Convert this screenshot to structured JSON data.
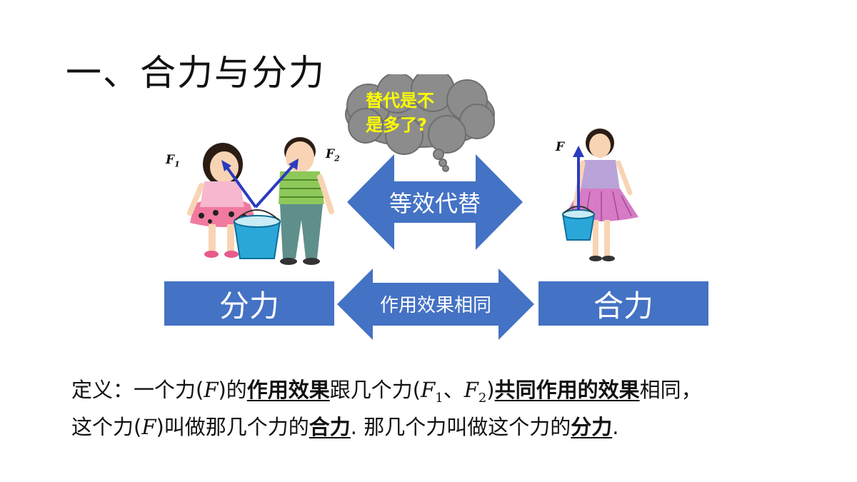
{
  "title": "一、合力与分力",
  "cloud": {
    "line1": "替代是不",
    "line2": "是多了?"
  },
  "arrow_top": {
    "label": "等效代替"
  },
  "arrow_bottom": {
    "label": "作用效果相同"
  },
  "box_left": {
    "label": "分力"
  },
  "box_right": {
    "label": "合力"
  },
  "labels": {
    "f1": "F",
    "f1_sub": "1",
    "f2": "F",
    "f2_sub": "2",
    "f": "F"
  },
  "definition": {
    "l1_a": "定义：一个力(",
    "l1_F": "F",
    "l1_b": ")的",
    "l1_u1": "作用效果",
    "l1_c": "跟几个力(",
    "l1_F1": "F",
    "l1_F1sub": "1",
    "l1_d": "、",
    "l1_F2": "F",
    "l1_F2sub": "2",
    "l1_e": ")",
    "l1_u2": "共同作用的效果",
    "l1_f": "相同，",
    "l2_a": "这个力(",
    "l2_F": "F",
    "l2_b": ")叫做那几个力的",
    "l2_u1": "合力",
    "l2_c": ". 那几个力叫做这个力的",
    "l2_u2": "分力",
    "l2_d": "."
  },
  "colors": {
    "box_blue": "#4472c4",
    "vector_blue": "#2a3bbf",
    "cloud_grey": "#8c8c8c",
    "cloud_text": "#ffff00"
  }
}
